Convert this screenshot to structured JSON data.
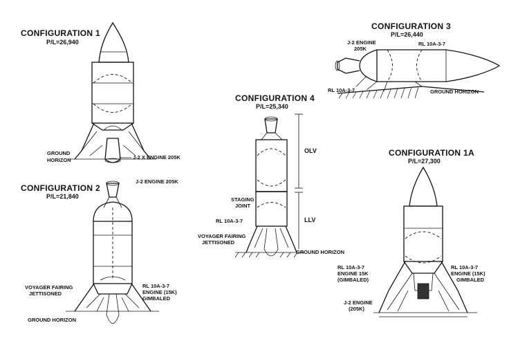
{
  "configurations": {
    "c1": {
      "title": "CONFIGURATION 1",
      "payload": "P/L=26,940"
    },
    "c2": {
      "title": "CONFIGURATION 2",
      "payload": "P/L=21,840"
    },
    "c3": {
      "title": "CONFIGURATION 3",
      "payload": "P/L=26,440"
    },
    "c4": {
      "title": "CONFIGURATION 4",
      "payload": "P/L=25,340"
    },
    "c1a": {
      "title": "CONFIGURATION 1A",
      "payload": "P/L=27,300"
    }
  },
  "labels": {
    "ground_horizon_1a": "GROUND",
    "ground_horizon_1b": "HORIZON",
    "j2x_engine": "J-2 X ENGINE 205K",
    "j2_engine_205k": "J-2 ENGINE  205K",
    "voyager_fairing_2a": "VOYAGER FAIRING",
    "voyager_fairing_2b": "JETTISONED",
    "rl10_2a": "RL 10A-3-7",
    "rl10_2b": "ENGINE (15K)",
    "rl10_2c": "GIMBALED",
    "ground_horizon_2": "GROUND HORIZON",
    "c3_j2a": "J-2 ENGINE",
    "c3_j2b": "205K",
    "c3_rl10_top": "RL 10A-3-7",
    "c3_rl10_bottom": "RL 10A-3-7",
    "c3_ground": "GROUND HORIZON",
    "olv": "OLV",
    "llv": "LLV",
    "staging_a": "STAGING",
    "staging_b": "JOINT",
    "c4_rl10": "RL 10A-3-7",
    "c4_voyager_a": "VOYAGER FAIRING",
    "c4_voyager_b": "JETTISONED",
    "c4_ground": "GROUND HORIZON",
    "c1a_rl_left_a": "RL 10A-3-7",
    "c1a_rl_left_b": "ENGINE 15K",
    "c1a_rl_left_c": "(GIMBALED)",
    "c1a_rl_right_a": "RL 10A-3-7",
    "c1a_rl_right_b": "ENGINE (15K)",
    "c1a_rl_right_c": "GIMBALED",
    "c1a_j2a": "J-2 ENGINE",
    "c1a_j2b": "(205K)"
  }
}
